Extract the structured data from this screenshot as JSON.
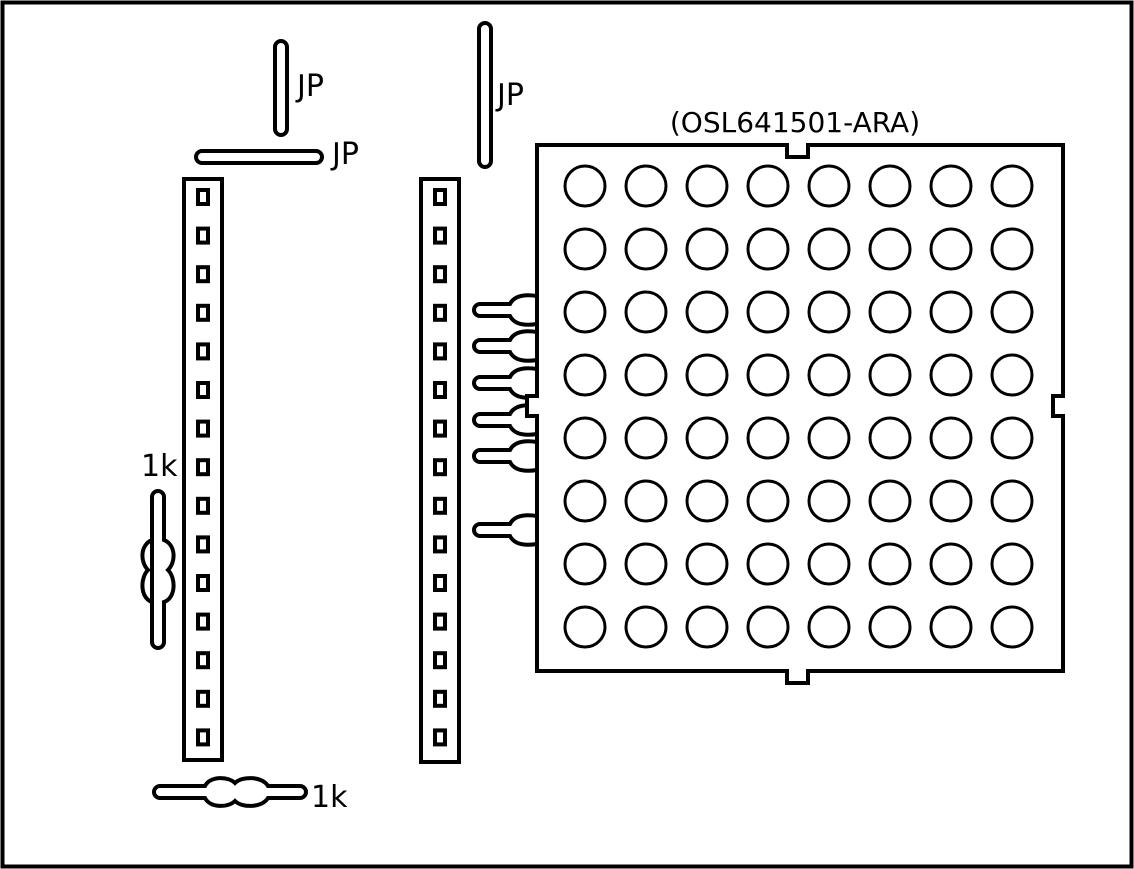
{
  "colors": {
    "stroke": "#000000",
    "background": "#ffffff"
  },
  "labels": {
    "jumper_1": "JP",
    "jumper_2": "JP",
    "jumper_3": "JP",
    "matrix_part": "(OSL641501-ARA)",
    "resistor_1": "1k",
    "resistor_2": "1k"
  },
  "header_pin_count": 15,
  "matrix": {
    "rows": 8,
    "cols": 8
  },
  "capacitor_count": 6
}
